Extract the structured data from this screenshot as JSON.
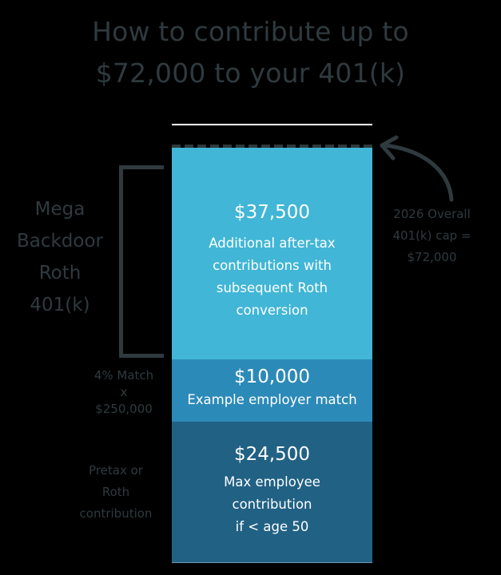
{
  "title": {
    "line1": "How to contribute up to",
    "line2": "$72,000 to your 401(k)"
  },
  "segments": [
    {
      "amount": "$37,500",
      "desc_lines": [
        "Additional after-tax",
        "contributions with",
        "subsequent Roth",
        "conversion"
      ],
      "color": "#41b6d6"
    },
    {
      "amount": "$10,000",
      "desc_lines": [
        "Example employer match"
      ],
      "color": "#2c8ab8"
    },
    {
      "amount": "$24,500",
      "desc_lines": [
        "Max employee",
        "contribution",
        "if < age 50"
      ],
      "color": "#216184"
    }
  ],
  "side_labels": {
    "mega": [
      "Mega",
      "Backdoor",
      "Roth",
      "401(k)"
    ],
    "match": [
      "4% Match",
      "x",
      "$250,000"
    ],
    "pretax": [
      "Pretax or",
      "Roth",
      "contribution"
    ],
    "cap": [
      "2026 Overall",
      "401(k) cap =",
      "$72,000"
    ]
  },
  "colors": {
    "text_dark": "#2f3a3f",
    "background": "#000000"
  },
  "chart_data": {
    "type": "bar",
    "stacked": true,
    "title": "How to contribute up to $72,000 to your 401(k)",
    "categories": [
      "401(k)"
    ],
    "series": [
      {
        "name": "Max employee contribution if < age 50 (Pretax or Roth contribution)",
        "values": [
          24500
        ]
      },
      {
        "name": "Example employer match (4% Match x $250,000)",
        "values": [
          10000
        ]
      },
      {
        "name": "Additional after-tax contributions with subsequent Roth conversion (Mega Backdoor Roth 401(k))",
        "values": [
          37500
        ]
      }
    ],
    "annotations": [
      "2026 Overall 401(k) cap = $72,000"
    ],
    "total": 72000,
    "xlabel": "",
    "ylabel": "",
    "grid": false,
    "legend": "none"
  }
}
